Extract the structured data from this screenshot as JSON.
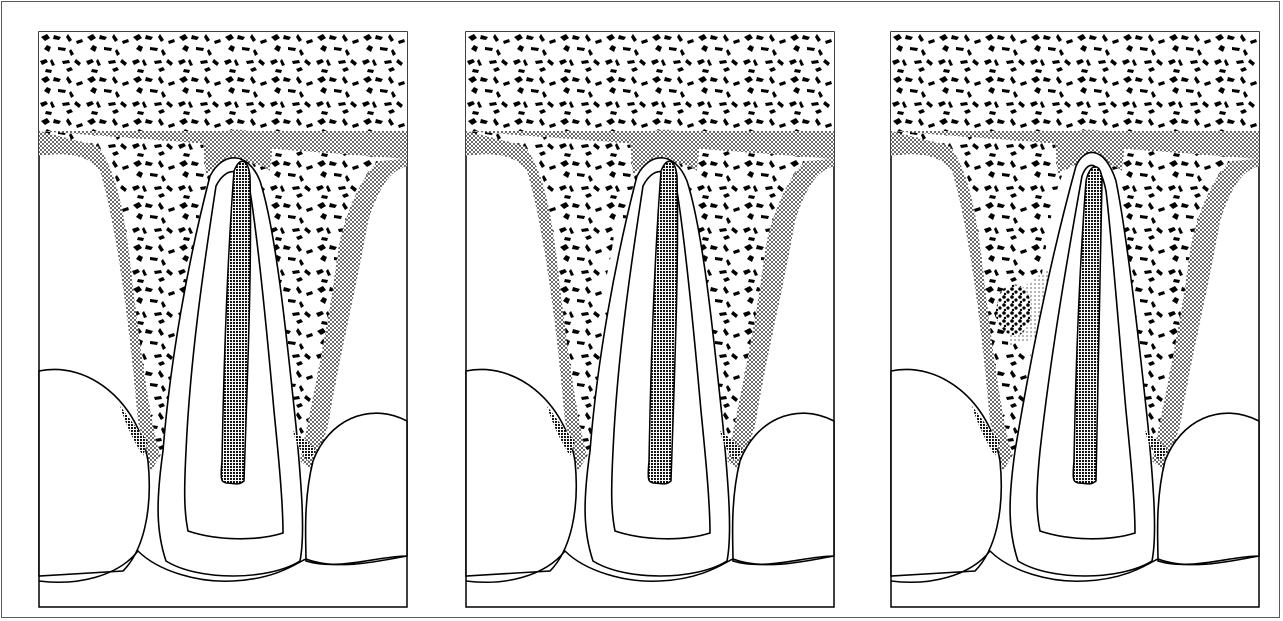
{
  "figure": {
    "panels": [
      {
        "id": "panel-1",
        "stage": "intact-interproximal-bone"
      },
      {
        "id": "panel-2",
        "stage": "mesial-root-defect"
      },
      {
        "id": "panel-3",
        "stage": "bone-graft-in-defect"
      }
    ],
    "colors": {
      "outline": "#000000",
      "background": "#ffffff",
      "bone_fill": "#000000",
      "graft_particles": "#000000"
    }
  }
}
